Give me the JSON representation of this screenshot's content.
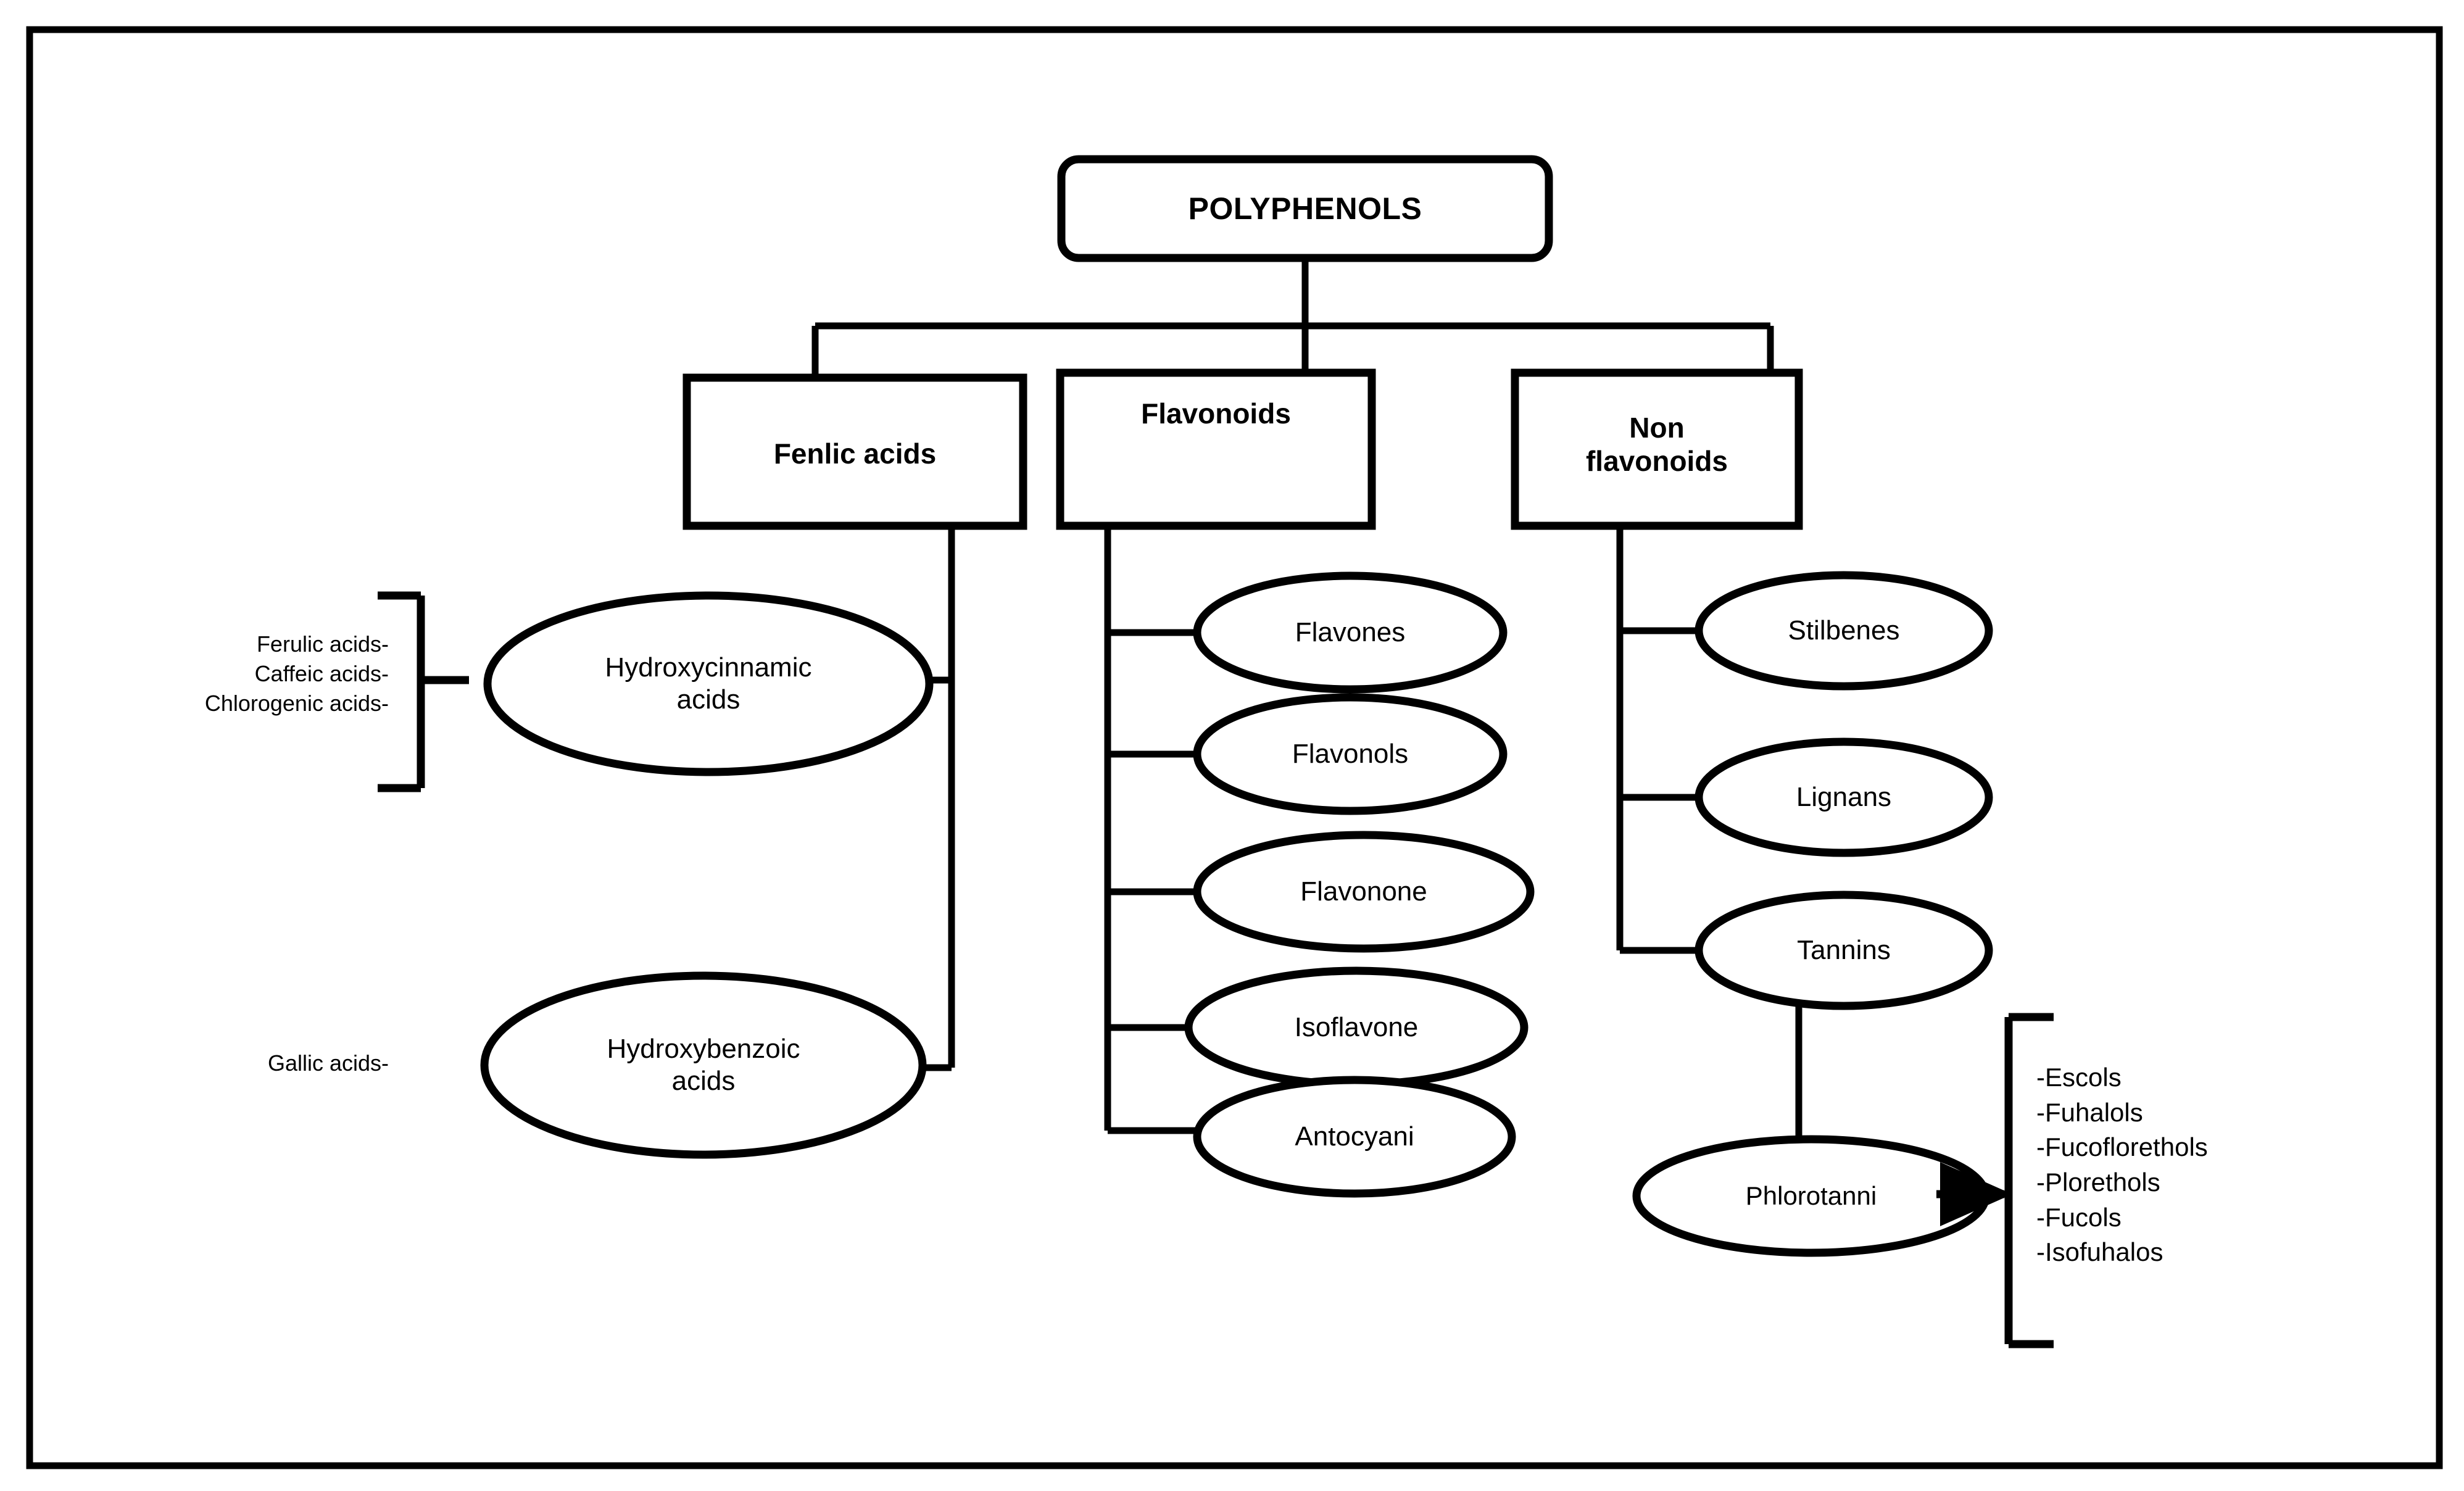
{
  "figure": {
    "kind": "hierarchy-diagram",
    "subject": "Polyphenols classification",
    "border_color": "#000000",
    "line_color": "#000000",
    "background": "#ffffff"
  },
  "root": {
    "label": "POLYPHENOLS"
  },
  "categories": [
    {
      "id": "fenlic",
      "label": "Fenlic acids"
    },
    {
      "id": "flavonoids",
      "label": "Flavonoids"
    },
    {
      "id": "nonflavonoids",
      "label": "Non\nflavonoids"
    }
  ],
  "fenlic_children": [
    {
      "id": "hydroxycinnamic",
      "label": "Hydroxycinnamic\nacids"
    },
    {
      "id": "hydroxybenzoic",
      "label": "Hydroxybenzoic\nacids"
    }
  ],
  "flavonoid_children": [
    {
      "id": "flavones",
      "label": "Flavones"
    },
    {
      "id": "flavonols",
      "label": "Flavonols"
    },
    {
      "id": "flavonone",
      "label": "Flavonone"
    },
    {
      "id": "isoflavone",
      "label": "Isoflavone"
    },
    {
      "id": "antocyani",
      "label": "Antocyani"
    }
  ],
  "nonflavonoid_children": [
    {
      "id": "stilbenes",
      "label": "Stilbenes"
    },
    {
      "id": "lignans",
      "label": "Lignans"
    },
    {
      "id": "tannins",
      "label": "Tannins"
    }
  ],
  "tannin_children": [
    {
      "id": "phlorotanni",
      "label": "Phlorotanni"
    }
  ],
  "hydroxycinnamic_examples": {
    "bracket": "right-facing-brace",
    "text": "Ferulic acids-\nCaffeic acids-\nChlorogenic acids-",
    "items": [
      "Ferulic acids-",
      "Caffeic acids-",
      "Chlorogenic acids-"
    ]
  },
  "hydroxybenzoic_examples": {
    "text": "Gallic acids-",
    "items": [
      "Gallic acids-"
    ]
  },
  "phlorotanni_examples": {
    "bracket": "left-facing-brace",
    "text": "-Escols\n-Fuhalols\n-Fucoflorethols\n-Plorethols\n-Fucols\n-Isofuhalos",
    "items": [
      "-Escols",
      "-Fuhalols",
      "-Fucoflorethols",
      "-Plorethols",
      "-Fucols",
      "-Isofuhalos"
    ]
  }
}
